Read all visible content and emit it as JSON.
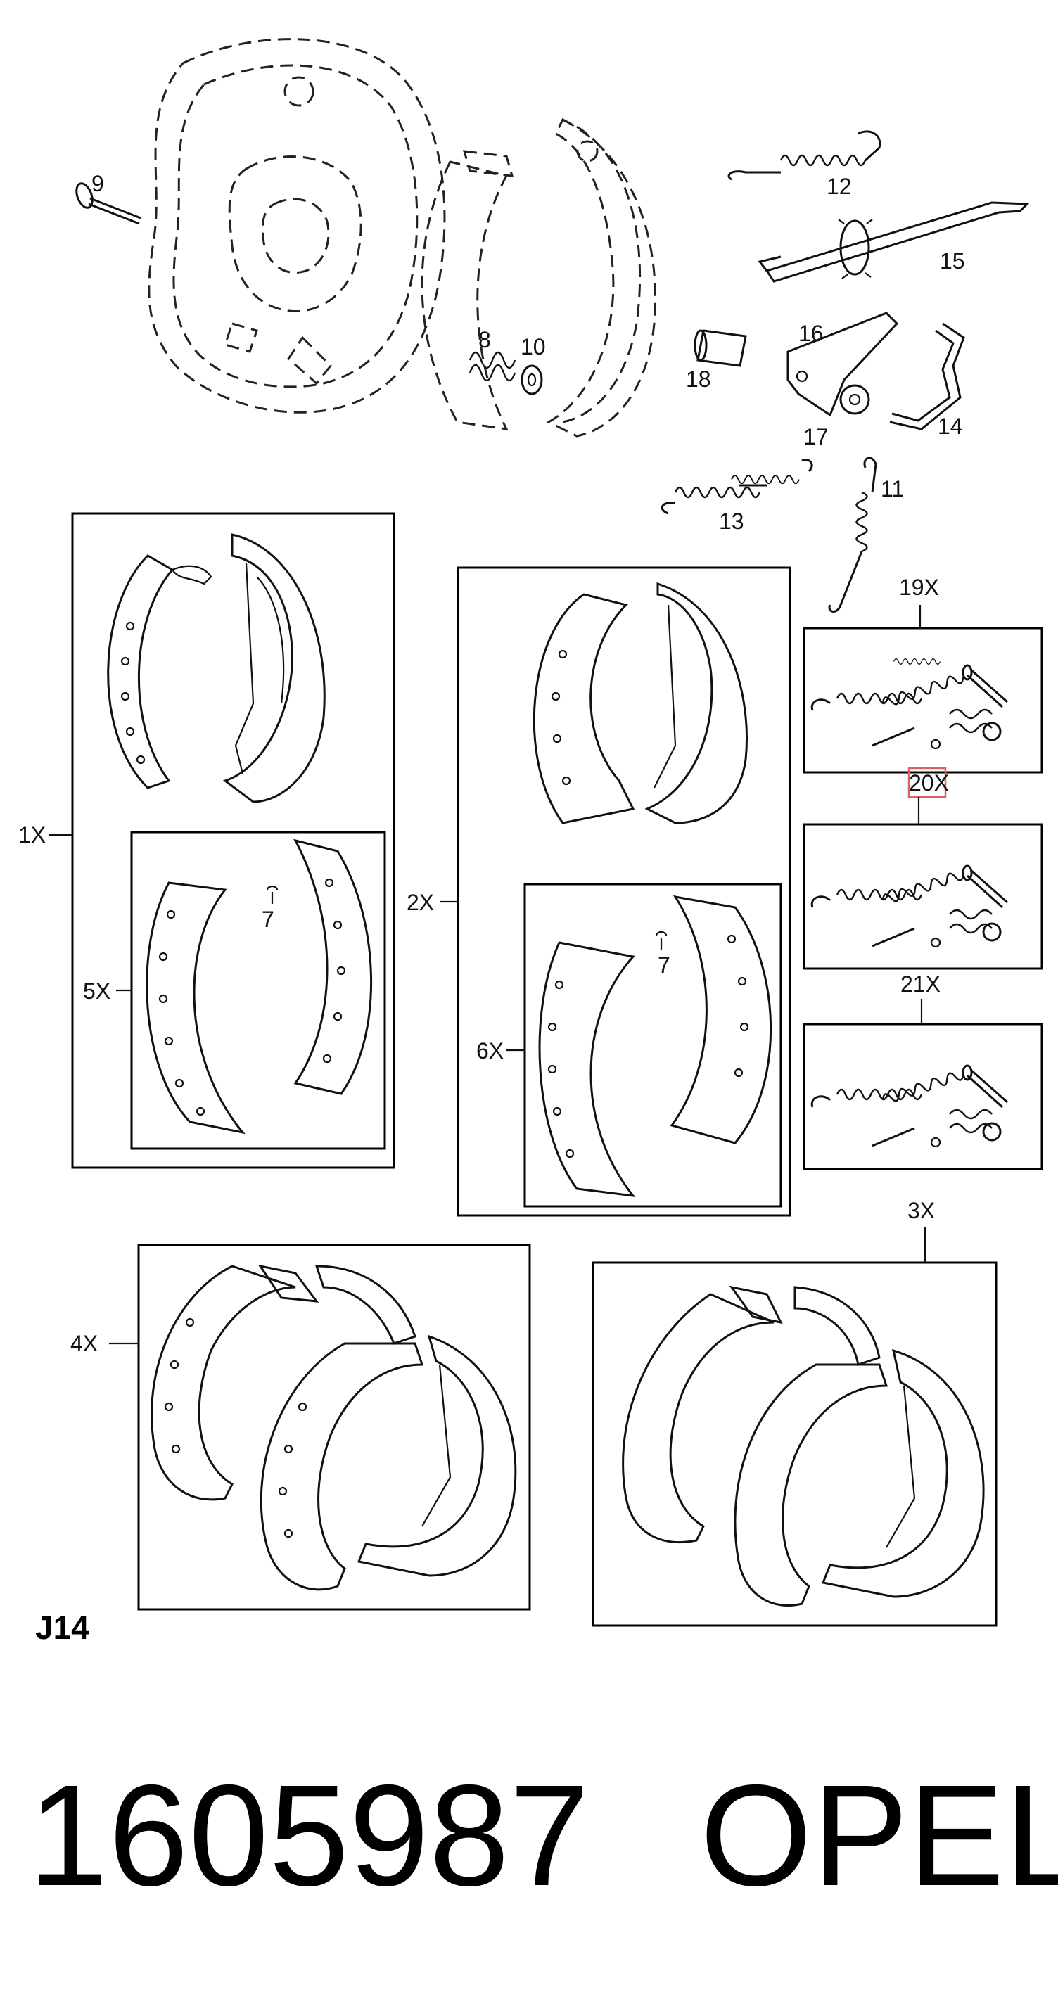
{
  "callouts": {
    "c9": "9",
    "c8": "8",
    "c10": "10",
    "c12": "12",
    "c15": "15",
    "c16": "16",
    "c18": "18",
    "c17": "17",
    "c14": "14",
    "c13": "13",
    "c11": "11",
    "c19": "19X",
    "c20": "20X",
    "c21": "21X",
    "c1": "1X",
    "c2": "2X",
    "c5": "5X",
    "c6": "6X",
    "c7a": "7",
    "c7b": "7",
    "c3": "3X",
    "c4": "4X"
  },
  "sheet_ref": "J14",
  "part_number": "1605987",
  "brand": "OPEL",
  "colors": {
    "line": "#111111",
    "highlight": "#e06060",
    "background": "#ffffff"
  }
}
